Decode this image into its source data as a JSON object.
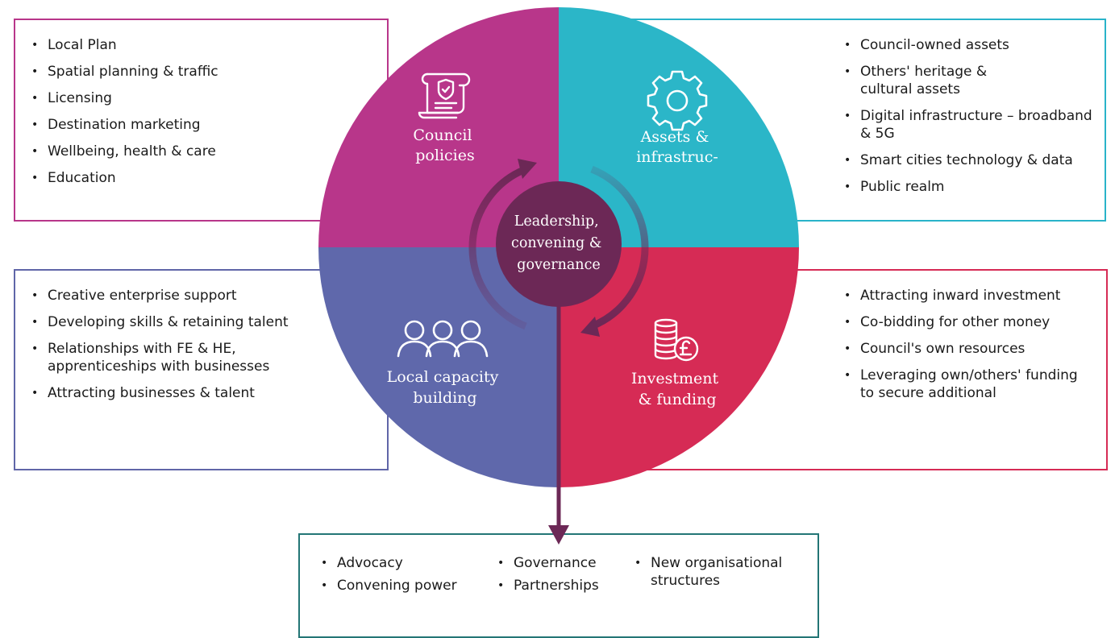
{
  "center": {
    "lines": [
      "Leadership,",
      "convening &",
      "governance"
    ]
  },
  "quadrants": {
    "top_left": {
      "lines": [
        "Council",
        "policies"
      ],
      "icon": "scroll-shield-icon",
      "color": "#b8368a"
    },
    "top_right": {
      "lines": [
        "Assets &",
        "infrastruc-"
      ],
      "icon": "gear-icon",
      "color": "#2bb6c8"
    },
    "bottom_left": {
      "lines": [
        "Local capacity",
        "building"
      ],
      "icon": "people-group-icon",
      "color": "#5f68ab"
    },
    "bottom_right": {
      "lines": [
        "Investment",
        "& funding"
      ],
      "icon": "coins-pound-icon",
      "color": "#d62b55"
    }
  },
  "boxes": {
    "top_left": [
      "Local Plan",
      "Spatial planning & traffic",
      "Licensing",
      "Destination marketing",
      "Wellbeing, health & care",
      "Education"
    ],
    "top_right": [
      "Council-owned assets",
      "Others' heritage & cultural assets",
      "Digital infrastructure – broadband & 5G",
      "Smart cities technology & data",
      "Public realm"
    ],
    "bottom_left": [
      "Creative enterprise support",
      "Developing skills & retaining talent",
      "Relationships with FE & HE, apprenticeships with businesses",
      "Attracting businesses & talent"
    ],
    "bottom_right": [
      "Attracting inward investment",
      "Co-bidding for other money",
      "Council's own resources",
      "Leveraging own/others' funding to secure additional"
    ],
    "bottom": {
      "col1": [
        "Advocacy",
        "Convening power"
      ],
      "col2": [
        "Governance",
        "Partnerships"
      ],
      "col3": [
        "New organisational structures"
      ]
    }
  },
  "colors": {
    "center": "#6c2856",
    "arrow": "#6c2856",
    "bottom_border": "#237575"
  }
}
